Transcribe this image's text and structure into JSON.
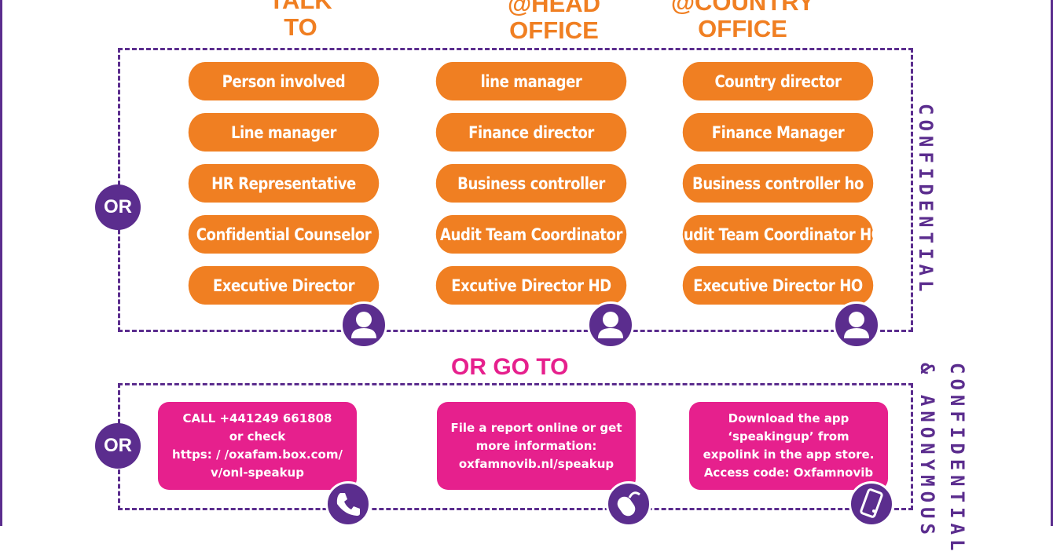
{
  "columns": [
    {
      "heading": "TALK\nTO",
      "items": [
        "Person involved",
        "Line manager",
        "HR Representative",
        "Confidential Counselor",
        "Executive Director"
      ]
    },
    {
      "heading": "@HEAD\nOFFICE",
      "items": [
        "line manager",
        "Finance director",
        "Business controller",
        "Audit Team Coordinator",
        "Excutive Director HD"
      ]
    },
    {
      "heading": "@COUNTRY\nOFFICE",
      "items": [
        "Country director",
        "Finance Manager",
        "Business controller ho",
        "Audit Team Coordinator HO",
        "Executive Director HO"
      ]
    }
  ],
  "or_label": "OR",
  "confidential_label": "CONFIDENTIAL",
  "or_go_to": "OR GO TO",
  "anonymous_label_1": "CONFIDENTIAL",
  "anonymous_label_2": "& ANONYMOUS",
  "contacts": [
    {
      "text": "CALL +441249 661808\nor check\nhttps: / /oxafam.box.com/\nv/onl-speakup",
      "icon": "phone-icon"
    },
    {
      "text": "File a report online or get\nmore information:\noxfamnovib.nl/speakup",
      "icon": "mouse-icon"
    },
    {
      "text": "Download the app\n‘speakingup’ from\nexpolink in the app store.\nAccess code: Oxfamnovib",
      "icon": "smartphone-icon"
    }
  ],
  "colors": {
    "purple": "#5b2d8e",
    "orange": "#f07f22",
    "pink": "#e6208d"
  }
}
